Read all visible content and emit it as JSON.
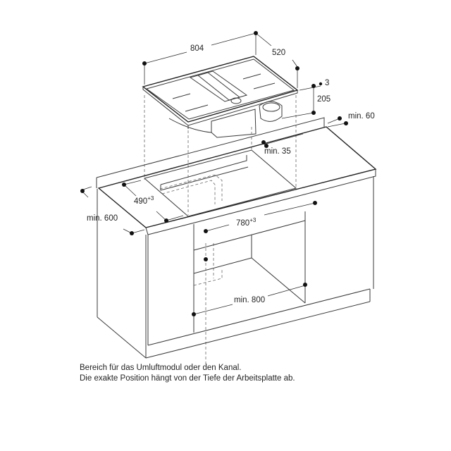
{
  "dimensions": {
    "hob_width": "804",
    "hob_depth": "520",
    "hob_top_thickness": "3",
    "hob_total_height": "205",
    "min_back_distance": "min. 60",
    "min_front_distance": "min. 35",
    "cutout_depth": "490",
    "cutout_depth_tolerance": "+3",
    "cutout_width": "780",
    "cutout_width_tolerance": "+3",
    "worktop_depth": "min. 600",
    "cabinet_width": "min. 800"
  },
  "notes": {
    "line1": "Bereich für das Umluftmodul oder den Kanal.",
    "line2": "Die exakte Position hängt von der Tiefe der Arbeitsplatte ab."
  }
}
